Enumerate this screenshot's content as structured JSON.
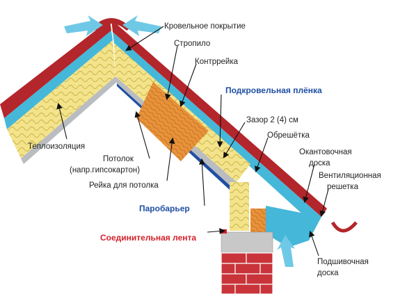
{
  "labels": {
    "roof_covering": "Кровельное покрытие",
    "rafter": "Стропило",
    "counter_batten": "Контррейка",
    "underroof_membrane": "Подкровельная плёнка",
    "gap": "Зазор 2 (4) см",
    "lathing": "Обрешётка",
    "edging_board_line1": "Окантовочная",
    "edging_board_line2": "доска",
    "vent_grille_line1": "Вентиляционная",
    "vent_grille_line2": "решетка",
    "insulation": "Теплоизоляция",
    "ceiling_line1": "Потолок",
    "ceiling_line2": "(напр.гипсокартон)",
    "ceiling_batten": "Рейка для потолка",
    "vapor_barrier": "Паробарьер",
    "connecting_tape": "Соединительная лента",
    "soffit_board_line1": "Подшивочная",
    "soffit_board_line2": "доска"
  },
  "colors": {
    "roof_red": "#b3262b",
    "membrane_blue": "#45b7d8",
    "insulation_yellow": "#f3e38a",
    "wood_orange": "#e8923a",
    "ceiling_gray": "#b9bcc0",
    "vapor_blue": "#1f4fa3",
    "tape_red": "#d4202a",
    "brick_red": "#c9343a",
    "concrete_gray": "#c8c8c8"
  },
  "icons": [
    "airflow-arrow-icon",
    "ridge-cap-icon",
    "gutter-icon"
  ]
}
